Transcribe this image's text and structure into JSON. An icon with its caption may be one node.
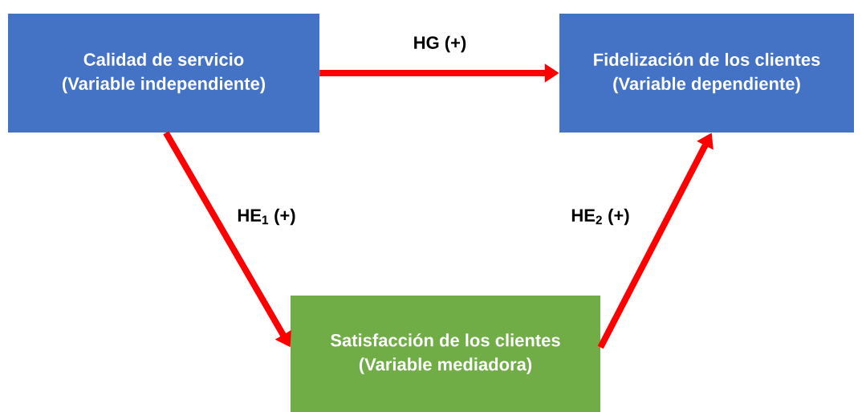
{
  "diagram": {
    "nodes": [
      {
        "text": [
          "Calidad de servicio",
          "(Variable independiente)"
        ]
      },
      {
        "text": [
          "Fidelización de los clientes",
          "(Variable dependiente)"
        ]
      },
      {
        "text": [
          "Satisfacción de los clientes",
          "(Variable mediadora)"
        ]
      }
    ],
    "edges": [
      {
        "from": 0,
        "to": 1,
        "arrow": "to",
        "label": "HG (+)"
      },
      {
        "from": 0,
        "to": 2,
        "arrow": "to",
        "label": "HE$_{1}$ (+)"
      },
      {
        "from": 2,
        "to": 1,
        "arrow": "to",
        "label": "HE$_{2}$ (+)"
      }
    ]
  }
}
